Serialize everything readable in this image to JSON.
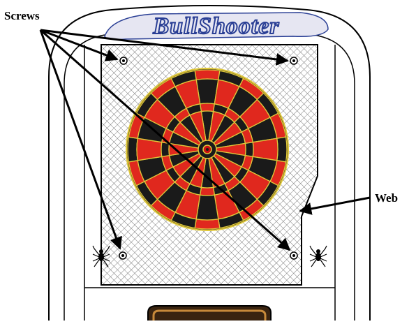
{
  "diagram": {
    "brand_logo_text": "BullShooter",
    "callouts": {
      "screws": "Screws",
      "web": "Web"
    },
    "colors": {
      "outline": "#000000",
      "web_mesh": "#d9d9d9",
      "board_red": "#e0281e",
      "board_black": "#1a1a1a",
      "board_gold": "#e0c83a",
      "bull": "#c81010",
      "logo_blue": "#2a3f95",
      "logo_fill": "#e6e6f2",
      "display_frame": "#8a5a2a"
    }
  }
}
